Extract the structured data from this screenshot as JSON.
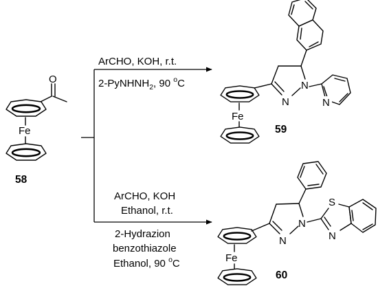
{
  "compounds": {
    "start": "58",
    "product_top": "59",
    "product_bottom": "60"
  },
  "atoms": {
    "iron": "Fe",
    "oxygen": "O",
    "nitrogen": "N",
    "sulfur": "S"
  },
  "top_route": {
    "line1": "ArCHO, KOH, r.t.",
    "line2_main": "2-PyNHNH",
    "line2_sub": "2",
    "line2_rest": ", 90 ",
    "line2_sup": "o",
    "line2_unit": "C"
  },
  "bottom_route": {
    "line1": "ArCHO, KOH",
    "line2": "Ethanol, r.t.",
    "line3": "2-Hydrazion",
    "line4": "benzothiazole",
    "line5_main": "Ethanol, 90 ",
    "line5_sup": "o",
    "line5_unit": "C"
  }
}
